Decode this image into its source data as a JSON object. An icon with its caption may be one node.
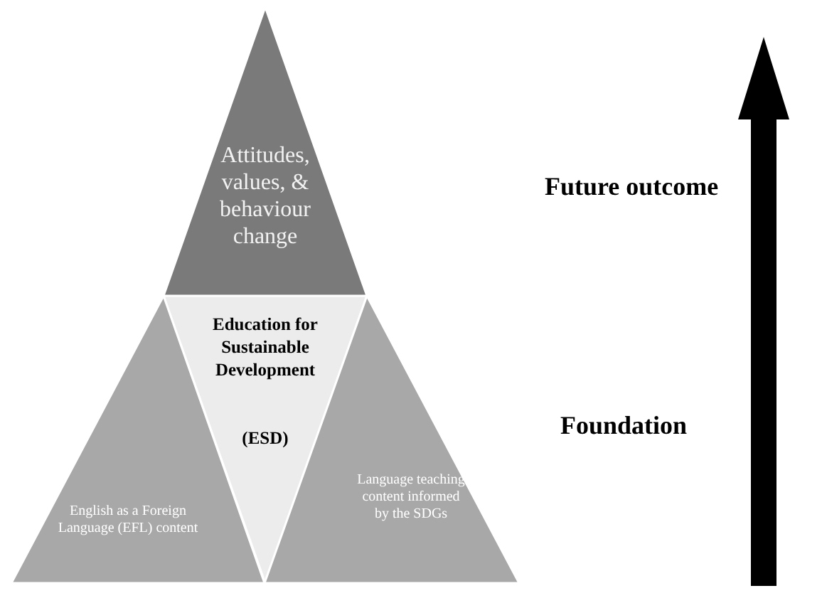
{
  "diagram": {
    "nodes": [
      {
        "text": [
          "Attitudes, values, & behaviour change"
        ]
      },
      {
        "text": [
          "Education for Sustainable Development",
          "(ESD)"
        ]
      },
      {
        "text": [
          "English as a Foreign Language (EFL) content"
        ]
      },
      {
        "text": [
          "Language teaching content informed by the SDGs"
        ]
      }
    ],
    "labels": [
      "Future outcome",
      "Foundation"
    ]
  }
}
